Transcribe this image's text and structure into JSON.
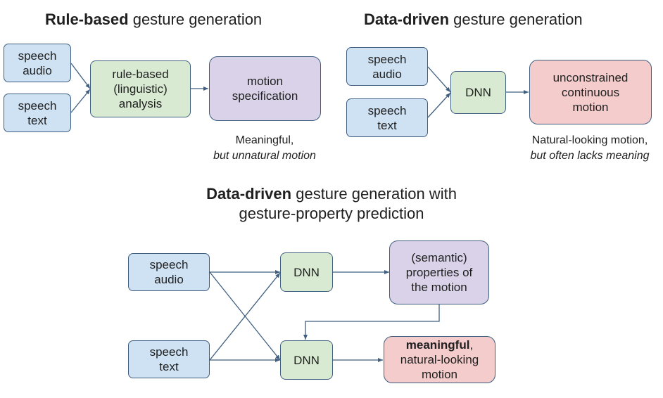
{
  "rule_based": {
    "title_bold": "Rule-based",
    "title_rest": " gesture generation",
    "speech_audio": "speech\naudio",
    "speech_text": "speech\ntext",
    "analysis": "rule-based\n(linguistic)\nanalysis",
    "motion_spec": "motion\nspecification",
    "caption_line1": "Meaningful,",
    "caption_line2": "but unnatural motion"
  },
  "data_driven": {
    "title_bold": "Data-driven",
    "title_rest": " gesture generation",
    "speech_audio": "speech\naudio",
    "speech_text": "speech\ntext",
    "dnn": "DNN",
    "output": "unconstrained\ncontinuous\nmotion",
    "caption_line1": "Natural-looking motion,",
    "caption_line2": "but often lacks meaning"
  },
  "property_prediction": {
    "title_bold": "Data-driven",
    "title_rest": " gesture generation with",
    "title_line2": "gesture-property prediction",
    "speech_audio": "speech\naudio",
    "speech_text": "speech\ntext",
    "dnn_top": "DNN",
    "dnn_bottom": "DNN",
    "properties": "(semantic)\nproperties of\nthe motion",
    "output_bold": "meaningful",
    "output_rest": ",\nnatural-looking\nmotion"
  },
  "colors": {
    "blue_fill": "#cfe2f3",
    "green_fill": "#d9ead3",
    "purple_fill": "#d9d2e9",
    "red_fill": "#f4cccc",
    "border": "#3f5e80",
    "arrow": "#3f5e80"
  }
}
